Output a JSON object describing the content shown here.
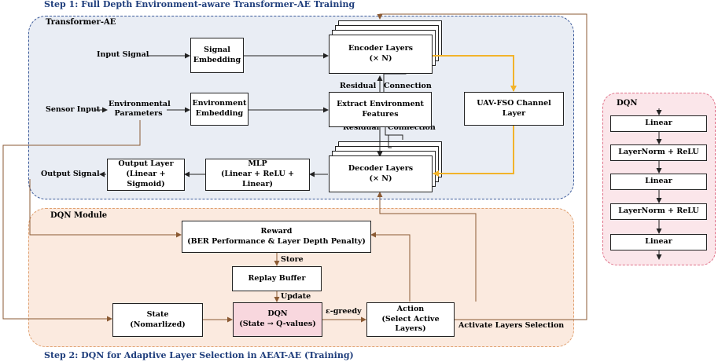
{
  "step1_title": "Step 1: Full Depth Environment-aware Transformer-AE Training",
  "step2_title": "Step 2: DQN for Adaptive Layer Selection in AEAT-AE (Training)",
  "transformer_ae": {
    "label": "Transformer-AE",
    "input_signal": "Input Signal",
    "sensor_input": "Sensor Input",
    "environmental_parameters": "Environmental\nParameters",
    "signal_embedding": "Signal\nEmbedding",
    "environment_embedding": "Environment\nEmbedding",
    "encoder_layers": "Encoder Layers\n(× N)",
    "extract_environment_features": "Extract Environment\nFeatures",
    "decoder_layers": "Decoder Layers\n(× N)",
    "uav_fso_channel_layer": "UAV-FSO Channel\nLayer",
    "mlp": "MLP\n(Linear + ReLU + Linear)",
    "output_layer": "Output Layer\n(Linear + Sigmoid)",
    "output_signal": "Output Signal",
    "residual_1": "Residual",
    "connection_1": "Connection",
    "residual_2": "Residual",
    "connection_2": "Connection"
  },
  "dqn_module": {
    "label": "DQN Module",
    "reward": "Reward\n(BER Performance & Layer Depth Penalty)",
    "store": "Store",
    "replay_buffer": "Replay Buffer",
    "update": "Update",
    "state": "State\n(Nomarlized)",
    "dqn": "DQN\n(State → Q-values)",
    "epsilon_greedy": "ε-greedy",
    "action": "Action\n(Select Active Layers)",
    "activate_layers_selection": "Activate Layers Selection"
  },
  "dqn_panel": {
    "label": "DQN",
    "layers": [
      "Linear",
      "LayerNorm + ReLU",
      "Linear",
      "LayerNorm + ReLU",
      "Linear"
    ]
  },
  "colors": {
    "title_blue": "#1f3e7c",
    "transformer_bg": "#e9edf4",
    "transformer_border": "#3b5a9a",
    "dqn_module_bg": "#fbeadf",
    "dqn_module_border": "#e0a070",
    "dqn_panel_bg": "#fbe6ea",
    "dqn_panel_border": "#e07088",
    "brown_line": "#8b5a33",
    "gold_line": "#f2b32a",
    "dqn_box_fill": "#f8d7de"
  }
}
